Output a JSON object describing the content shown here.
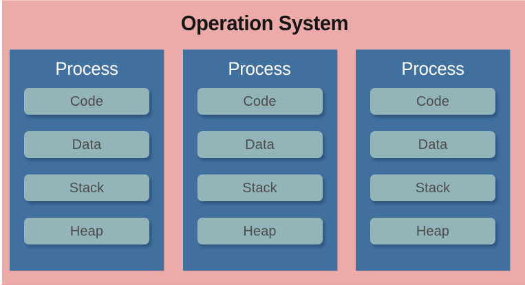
{
  "diagram": {
    "title": "Operation System",
    "background_color": "#ecaaa9",
    "title_color": "#151515"
  },
  "theme": {
    "process_box_color": "#41709f",
    "segment_box_color": "#93b4b9",
    "segment_text_color": "#4c4c4a",
    "process_title_color": "#fdfdfd"
  },
  "processes": [
    {
      "title": "Process",
      "segments": [
        {
          "label": "Code"
        },
        {
          "label": "Data"
        },
        {
          "label": "Stack"
        },
        {
          "label": "Heap"
        }
      ]
    },
    {
      "title": "Process",
      "segments": [
        {
          "label": "Code"
        },
        {
          "label": "Data"
        },
        {
          "label": "Stack"
        },
        {
          "label": "Heap"
        }
      ]
    },
    {
      "title": "Process",
      "segments": [
        {
          "label": "Code"
        },
        {
          "label": "Data"
        },
        {
          "label": "Stack"
        },
        {
          "label": "Heap"
        }
      ]
    }
  ]
}
